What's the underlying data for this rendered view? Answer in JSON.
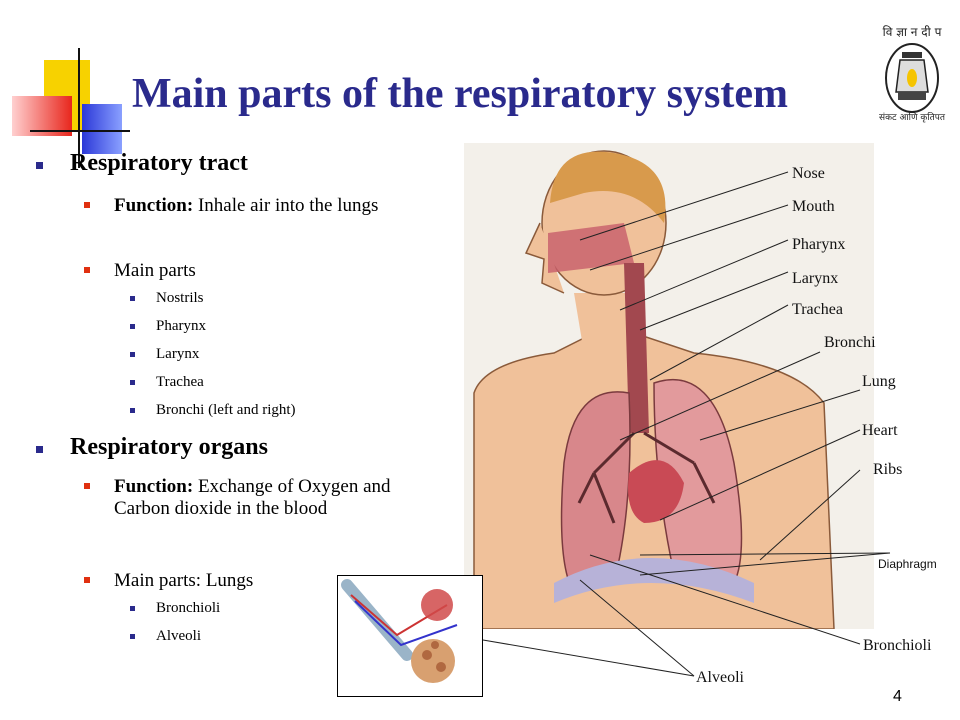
{
  "title": "Main parts of the respiratory system",
  "sections": [
    {
      "heading": "Respiratory tract",
      "function_label": "Function:",
      "function_text": "Inhale air into the lungs",
      "parts_label": "Main parts",
      "parts": [
        "Nostrils",
        "Pharynx",
        "Larynx",
        "Trachea",
        "Bronchi (left and right)"
      ]
    },
    {
      "heading": "Respiratory organs",
      "function_label": "Function:",
      "function_text": "Exchange of Oxygen and Carbon dioxide in the blood",
      "parts_label": "Main parts: Lungs",
      "parts": [
        "Bronchioli",
        "Alveoli"
      ]
    }
  ],
  "diagram_labels": {
    "nose": "Nose",
    "mouth": "Mouth",
    "pharynx": "Pharynx",
    "larynx": "Larynx",
    "trachea": "Trachea",
    "bronchi": "Bronchi",
    "lung": "Lung",
    "heart": "Heart",
    "ribs": "Ribs",
    "diaphragm": "Diaphragm",
    "bronchioli": "Bronchioli",
    "alveoli": "Alveoli"
  },
  "logo_text": "विज्ञान दीप संकट आणि कृतिपत",
  "page_number": "4",
  "colors": {
    "title": "#2a2a8c",
    "bullet_l1": "#2a2a8c",
    "bullet_l2": "#e03010",
    "deco_yellow": "#f7d200",
    "deco_red": "#e8261c",
    "deco_blue": "#2b38d8"
  }
}
